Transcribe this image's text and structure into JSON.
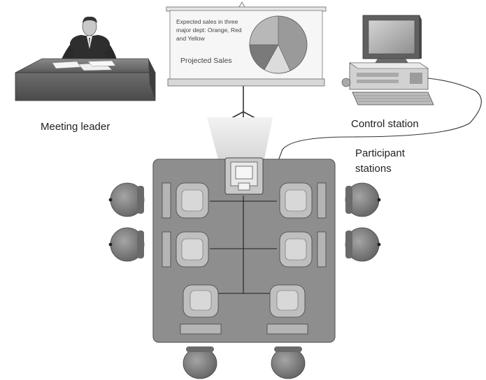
{
  "labels": {
    "meeting_leader": "Meeting leader",
    "control_station": "Control station",
    "participant_stations_line1": "Participant",
    "participant_stations_line2": "stations"
  },
  "projector_screen": {
    "text_line1": "Expected sales in three",
    "text_line2": "major dept: Orange, Red",
    "text_line3": "and Yellow",
    "caption": "Projected Sales"
  },
  "colors": {
    "table": "#8e8e8e",
    "table_edge": "#5e5e5e",
    "chair": "#7a7a7a",
    "pie_dark": "#777777",
    "pie_mid": "#a0a0a0",
    "pie_light": "#dcdcdc"
  },
  "icons": [
    "person-icon",
    "desk-icon",
    "projection-screen-icon",
    "pie-chart-icon",
    "computer-icon",
    "projector-icon",
    "chair-icon",
    "workstation-icon",
    "cable-icon"
  ]
}
